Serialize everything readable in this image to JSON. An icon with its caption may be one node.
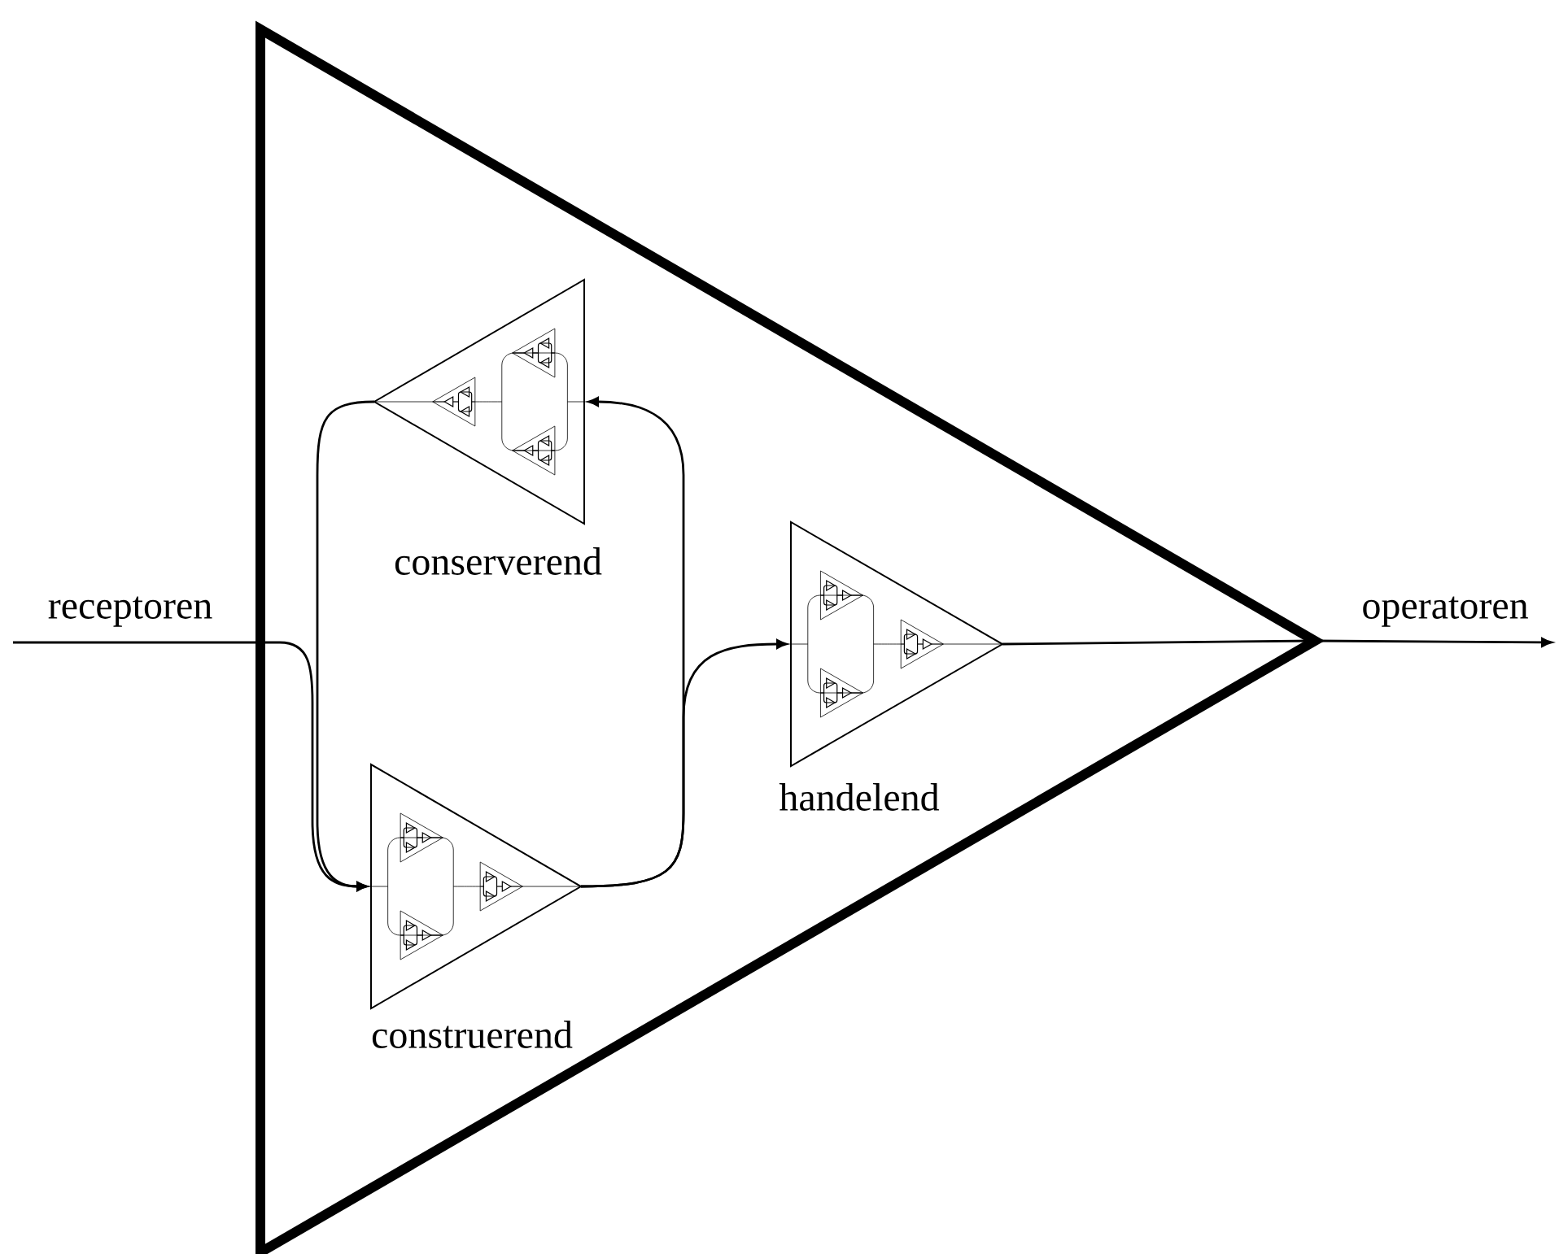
{
  "diagram": {
    "nodes": [
      {
        "text": [],
        "shape": "triangle"
      },
      {
        "text": [
          "conserverend"
        ],
        "in": 0
      },
      {
        "text": [
          "construerend"
        ],
        "in": 0
      },
      {
        "text": [
          "handelend"
        ],
        "in": 0
      }
    ],
    "edges": [
      {
        "from": null,
        "to": 2,
        "arrow": "to",
        "label": "receptoren"
      },
      {
        "from": 1,
        "to": 2,
        "arrow": "to"
      },
      {
        "from": 2,
        "to": 1,
        "arrow": "to"
      },
      {
        "from": 2,
        "to": 3,
        "arrow": "to"
      },
      {
        "from": 3,
        "to": 0,
        "arrow": "none"
      },
      {
        "from": 0,
        "to": null,
        "arrow": "to",
        "label": "operatoren"
      }
    ]
  }
}
